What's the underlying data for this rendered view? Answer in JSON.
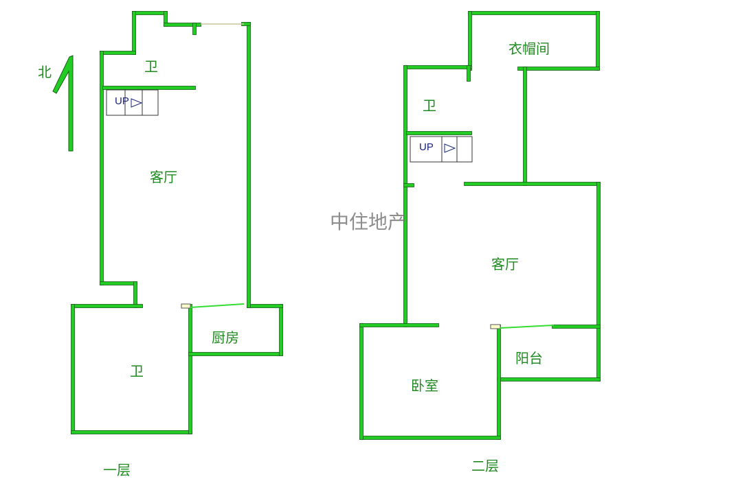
{
  "colors": {
    "wall": "#22cc22",
    "wall_edge": "#1a5c1a",
    "label": "#1f8a1f",
    "door": "#33dd33",
    "stair_line": "#333333",
    "watermark": "#7a7a7a"
  },
  "compass": {
    "label": "北",
    "icon": "north-arrow-icon"
  },
  "watermark": "中住地产",
  "floor1": {
    "title": "一层",
    "rooms": {
      "bath_top": "卫",
      "living": "客厅",
      "kitchen": "厨房",
      "bath_bottom": "卫"
    },
    "stairs": "UP"
  },
  "floor2": {
    "title": "二层",
    "rooms": {
      "closet": "衣帽间",
      "bath": "卫",
      "living": "客厅",
      "balcony": "阳台",
      "bedroom": "卧室"
    },
    "stairs": "UP"
  }
}
